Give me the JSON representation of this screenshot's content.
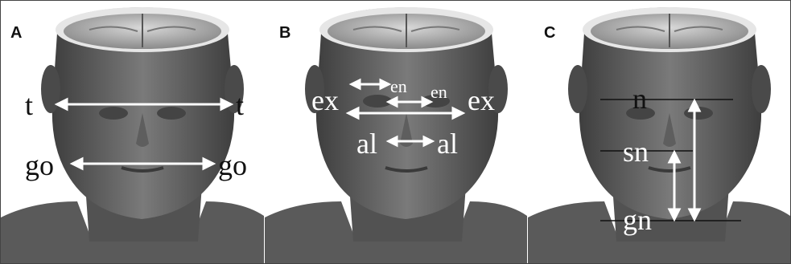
{
  "panels": [
    {
      "letter": "A",
      "labels": {
        "t_left": "t",
        "t_right": "t",
        "go_left": "go",
        "go_right": "go"
      }
    },
    {
      "letter": "B",
      "labels": {
        "ex_left": "ex",
        "ex_right": "ex",
        "en_left": "en",
        "en_right": "en",
        "al_left": "al",
        "al_right": "al"
      }
    },
    {
      "letter": "C",
      "labels": {
        "n": "n",
        "sn": "sn",
        "gn": "gn"
      }
    }
  ],
  "colors": {
    "skin": "#6b6b6b",
    "brain": "#bdbdbd",
    "background": "#ffffff",
    "arrow": "#ffffff",
    "line": "#111111"
  }
}
